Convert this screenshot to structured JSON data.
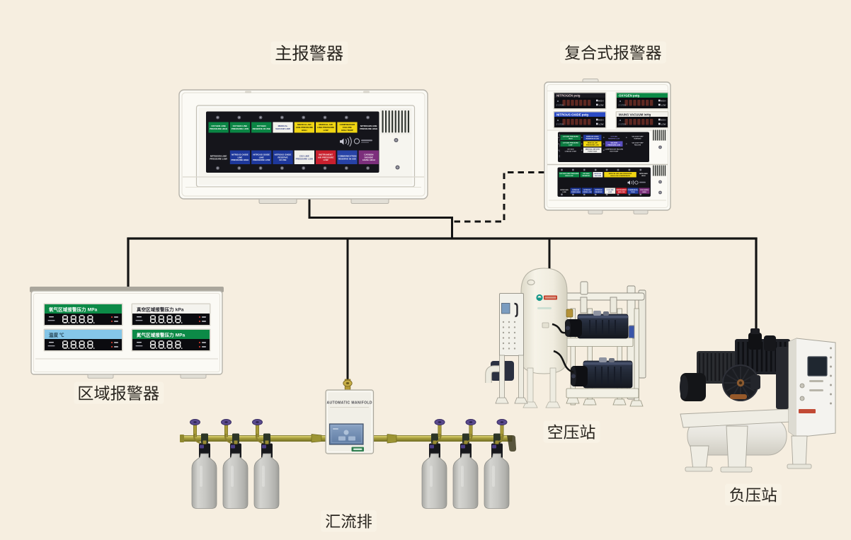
{
  "colors": {
    "background": "#f6eee0",
    "line": "#141414",
    "panel_white": "#fbfaf5",
    "display_black": "#15151b",
    "green": "#0a8544",
    "yellow": "#f0d512",
    "navy": "#1e389b",
    "red": "#c9202e",
    "magenta": "#7c2f7c",
    "area_blue": "#85c6e8"
  },
  "device_labels": {
    "main_alarm": "主报警器",
    "composite_alarm": "复合式报警器",
    "area_alarm": "区域报警器",
    "air_compressor": "空压站",
    "manifold": "汇流排",
    "vacuum_station": "负压站"
  },
  "main_alarm": {
    "row1": [
      {
        "line1": "OXYGEN LINE",
        "line2": "PRESSURE HIGH"
      },
      {
        "line1": "OXYGEN LINE",
        "line2": "PRESSURE LOW"
      },
      {
        "line1": "OXYGEN",
        "line2": "RESERVE IN USE"
      },
      {
        "line1": "MEDICAL",
        "line2": "VACUUM LOW"
      },
      {
        "line1": "MEDICAL AIR",
        "line2": "LINE PRESSURE",
        "line3": "HIGH"
      },
      {
        "line1": "MEDICAL AIR",
        "line2": "LINE PRESSURE",
        "line3": "LOW"
      },
      {
        "line1": "COMPRESSOR",
        "line2": "FAILURE",
        "line3": "HIGH TEMP"
      },
      {
        "line1": "NITROGEN LINE",
        "line2": "PRESSURE HIGH"
      }
    ],
    "row2": [
      {
        "line1": "NITROGEN LINE",
        "line2": "PRESSURE LOW"
      },
      {
        "line1": "NITROUS OXIDE",
        "line2": "LINE",
        "line3": "PRESSURE HIGH"
      },
      {
        "line1": "NITROUS OXIDE",
        "line2": "LINE",
        "line3": "PRESSURE LOW"
      },
      {
        "line1": "NITROUS OXIDE",
        "line2": "RESERVE",
        "line3": "IN USE"
      },
      {
        "line1": "CO2 LINE",
        "line2": "PRESSURE LOW"
      },
      {
        "line1": "INSTRUMENT",
        "line2": "AIR PRESSURE",
        "line3": "LOW"
      },
      {
        "line1": "COMMUNICATION",
        "line2": "RESERVE IN USE"
      },
      {
        "line1": "CARBON",
        "line2": "DIOXIDE",
        "line3": "LEVEL HIGH"
      }
    ]
  },
  "composite_alarm": {
    "meters": [
      {
        "title": "NITROGEN  psig"
      },
      {
        "title": "OXYGEN  psig"
      },
      {
        "title": "NITROUS OXIDE  psig"
      },
      {
        "title": "MAINS VACUUM  inHg"
      }
    ],
    "meter_side": {
      "high": "HIGH",
      "low": "LOW",
      "system": "SYSTEM"
    },
    "mid_blocks": {
      "r1": [
        {
          "line1": "OXYGEN PRESSURE",
          "line2": "HIGH"
        },
        {
          "line1": "NITROUS OXIDE",
          "line2": "RESERVE IN USE"
        },
        {
          "line1": "OXYGEN",
          "line2": "RESERVE LOW"
        },
        {
          "line1": "VACUUM PUMP",
          "line2": "RUNNING"
        }
      ],
      "r2": [
        {
          "line1": "OXYGEN PRESSURE",
          "line2": "LOW"
        },
        {
          "line1": "MEDICAL AIR",
          "line2": "PRESSURE LOW"
        },
        {
          "line1": "VACUUM",
          "line2": "PRESSURE LOW"
        },
        {
          "line1": "VACUUM PUMP",
          "line2": "FAILURE"
        }
      ],
      "r3": [
        {
          "line1": "OXYGEN",
          "line2": "CHANGE OVER"
        },
        {
          "line1": "MEDICAL AIR DEW",
          "line2": "POINT HIGH"
        },
        {
          "line1": "COMPRESSOR FAILURE",
          "line2": "HIGH TEMP"
        }
      ]
    },
    "bottom_row1": [
      {
        "line1": "OXYGEN LINE PRESSURE",
        "line2": "HIGH  LOW"
      },
      {
        "line1": "OXYGEN",
        "line2": "RESERVE"
      },
      {
        "line1": "MEDICAL",
        "line2": "VACUUM"
      },
      {
        "line1": "MEDICAL AIR LINE PRESSURE",
        "line2": "HIGH  LOW  COMPRESSOR"
      },
      {
        "line1": "NITROGEN",
        "line2": "HIGH"
      }
    ],
    "bottom_row2": [
      {
        "line1": "NITROGEN",
        "line2": "LOW"
      },
      {
        "line1": "NITROUS",
        "line2": "OXIDE HIGH"
      },
      {
        "line1": "NITROUS",
        "line2": "OXIDE LOW"
      },
      {
        "line1": "NITROUS",
        "line2": "RESERVE"
      },
      {
        "line1": "CO2 LINE",
        "line2": "LOW"
      },
      {
        "line1": "INSTRUMENT",
        "line2": "AIR LOW"
      },
      {
        "line1": "COMMUNICA-",
        "line2": "TION"
      },
      {
        "line1": "CO2 LEVEL",
        "line2": "HIGH"
      }
    ]
  },
  "area_alarm": {
    "meters": [
      {
        "header": "氧气区域报警压力 MPa",
        "value": "8.8.8.8"
      },
      {
        "header": "真空区域报警压力 kPa",
        "value": "8.8.8.8"
      },
      {
        "header": "温度 ℃",
        "value": "8.8.8.8"
      },
      {
        "header": "氮气区域报警压力 MPa",
        "value": "8.8.8.8"
      }
    ]
  },
  "manifold": {
    "controller_title": "AUTOMATIC MANIFOLD"
  }
}
